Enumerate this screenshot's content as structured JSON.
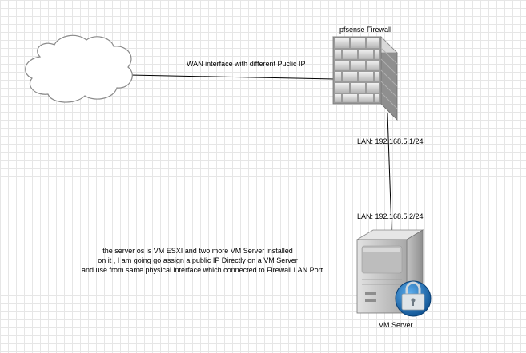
{
  "diagram": {
    "nodes": {
      "cloud": {
        "label": ""
      },
      "firewall": {
        "label": "pfsense Firewall",
        "icon": "firewall-brick-wall"
      },
      "server": {
        "label": "VM Server",
        "icon": "server-tower-with-lock"
      }
    },
    "edges": {
      "wan": {
        "label": "WAN interface with different Puclic IP"
      },
      "lan": {
        "label_firewall_side": "LAN: 192.168.5.1/24",
        "label_server_side": "LAN: 192.168.5.2/24"
      }
    },
    "note": {
      "lines": [
        "the server os is VM ESXI and two more VM Server installed",
        "on it , I am going go assign a public IP Directly on a VM Server",
        "and use from same physical interface which connected to Firewall LAN Port"
      ]
    },
    "colors": {
      "connector": "#000000",
      "cloud_stroke": "#8a8a8a",
      "brick_light": "#e8e8e8",
      "brick_dark": "#9a9a9a",
      "server_body": "#d0d0d0",
      "lock_badge": "#1b6fb5"
    }
  }
}
